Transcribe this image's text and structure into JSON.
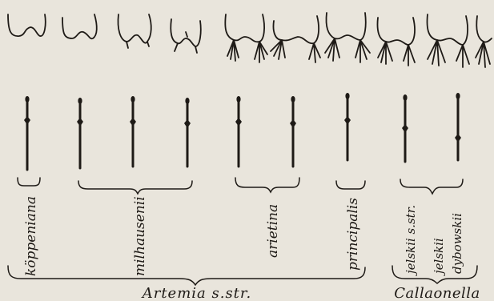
{
  "figure": {
    "ink_color": "#1e1a16",
    "paper_color": "#e9e5dc",
    "species_labels": {
      "koppeniana": "köppeniana",
      "milhausenii": "milhausenii",
      "arietina": "arietina",
      "principalis": "principalis",
      "jelskii_sstr": "jelskii s.str.",
      "jelskii": "jelskii",
      "dybowskii": "dybowskii"
    },
    "group_labels": {
      "artemia": "Artemia s.str.",
      "callaonella": "Callaonella"
    },
    "furca_sketches": [
      "furca-outline",
      "furca-outline",
      "furca-outline",
      "furca-outline",
      "furca-with-setae",
      "furca-with-setae",
      "furca-with-setae",
      "furca-with-setae",
      "furca-with-setae",
      "furca-with-setae"
    ],
    "needle_marks": [
      "needle",
      "needle",
      "needle",
      "needle",
      "needle",
      "needle",
      "needle",
      "needle",
      "needle"
    ]
  }
}
